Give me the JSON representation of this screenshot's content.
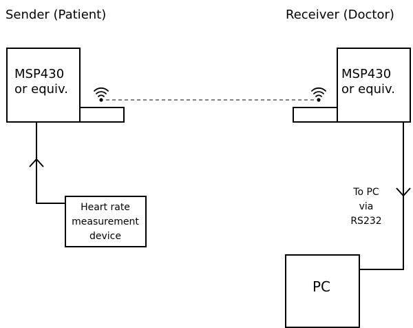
{
  "sender": {
    "title": "Sender (Patient)",
    "mcu_line1": "MSP430",
    "mcu_line2": "or equiv.",
    "wireless_icon": "wifi-icon"
  },
  "receiver": {
    "title": "Receiver (Doctor)",
    "mcu_line1": "MSP430",
    "mcu_line2": "or equiv.",
    "wireless_icon": "wifi-icon"
  },
  "device": {
    "line1": "Heart rate",
    "line2": "measurement",
    "line3": "device"
  },
  "pc_link": {
    "line1": "To PC",
    "line2": "via",
    "line3": "RS232"
  },
  "pc": {
    "label": "PC"
  },
  "colors": {
    "line": "#000000",
    "wireless_link": "#808080"
  }
}
